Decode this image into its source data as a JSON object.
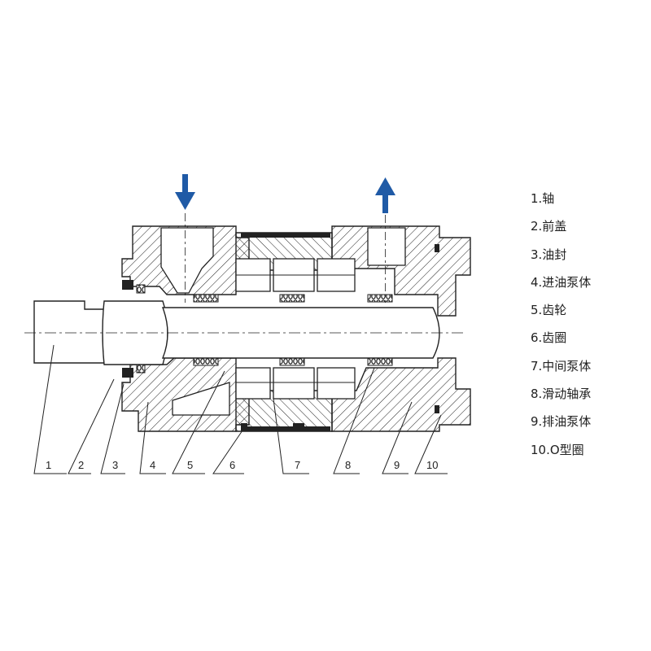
{
  "colors": {
    "line": "#222222",
    "arrow": "#1f5aa6",
    "background": "#ffffff"
  },
  "flow": {
    "inlet_arrow": "arrow-down-icon",
    "outlet_arrow": "arrow-up-icon"
  },
  "callouts": [
    "1",
    "2",
    "3",
    "4",
    "5",
    "6",
    "7",
    "8",
    "9",
    "10"
  ],
  "legend": [
    "1.轴",
    "2.前盖",
    "3.油封",
    "4.进油泵体",
    "5.齿轮",
    "6.齿圈",
    "7.中间泵体",
    "8.滑动轴承",
    "9.排油泵体",
    "10.O型圈"
  ]
}
